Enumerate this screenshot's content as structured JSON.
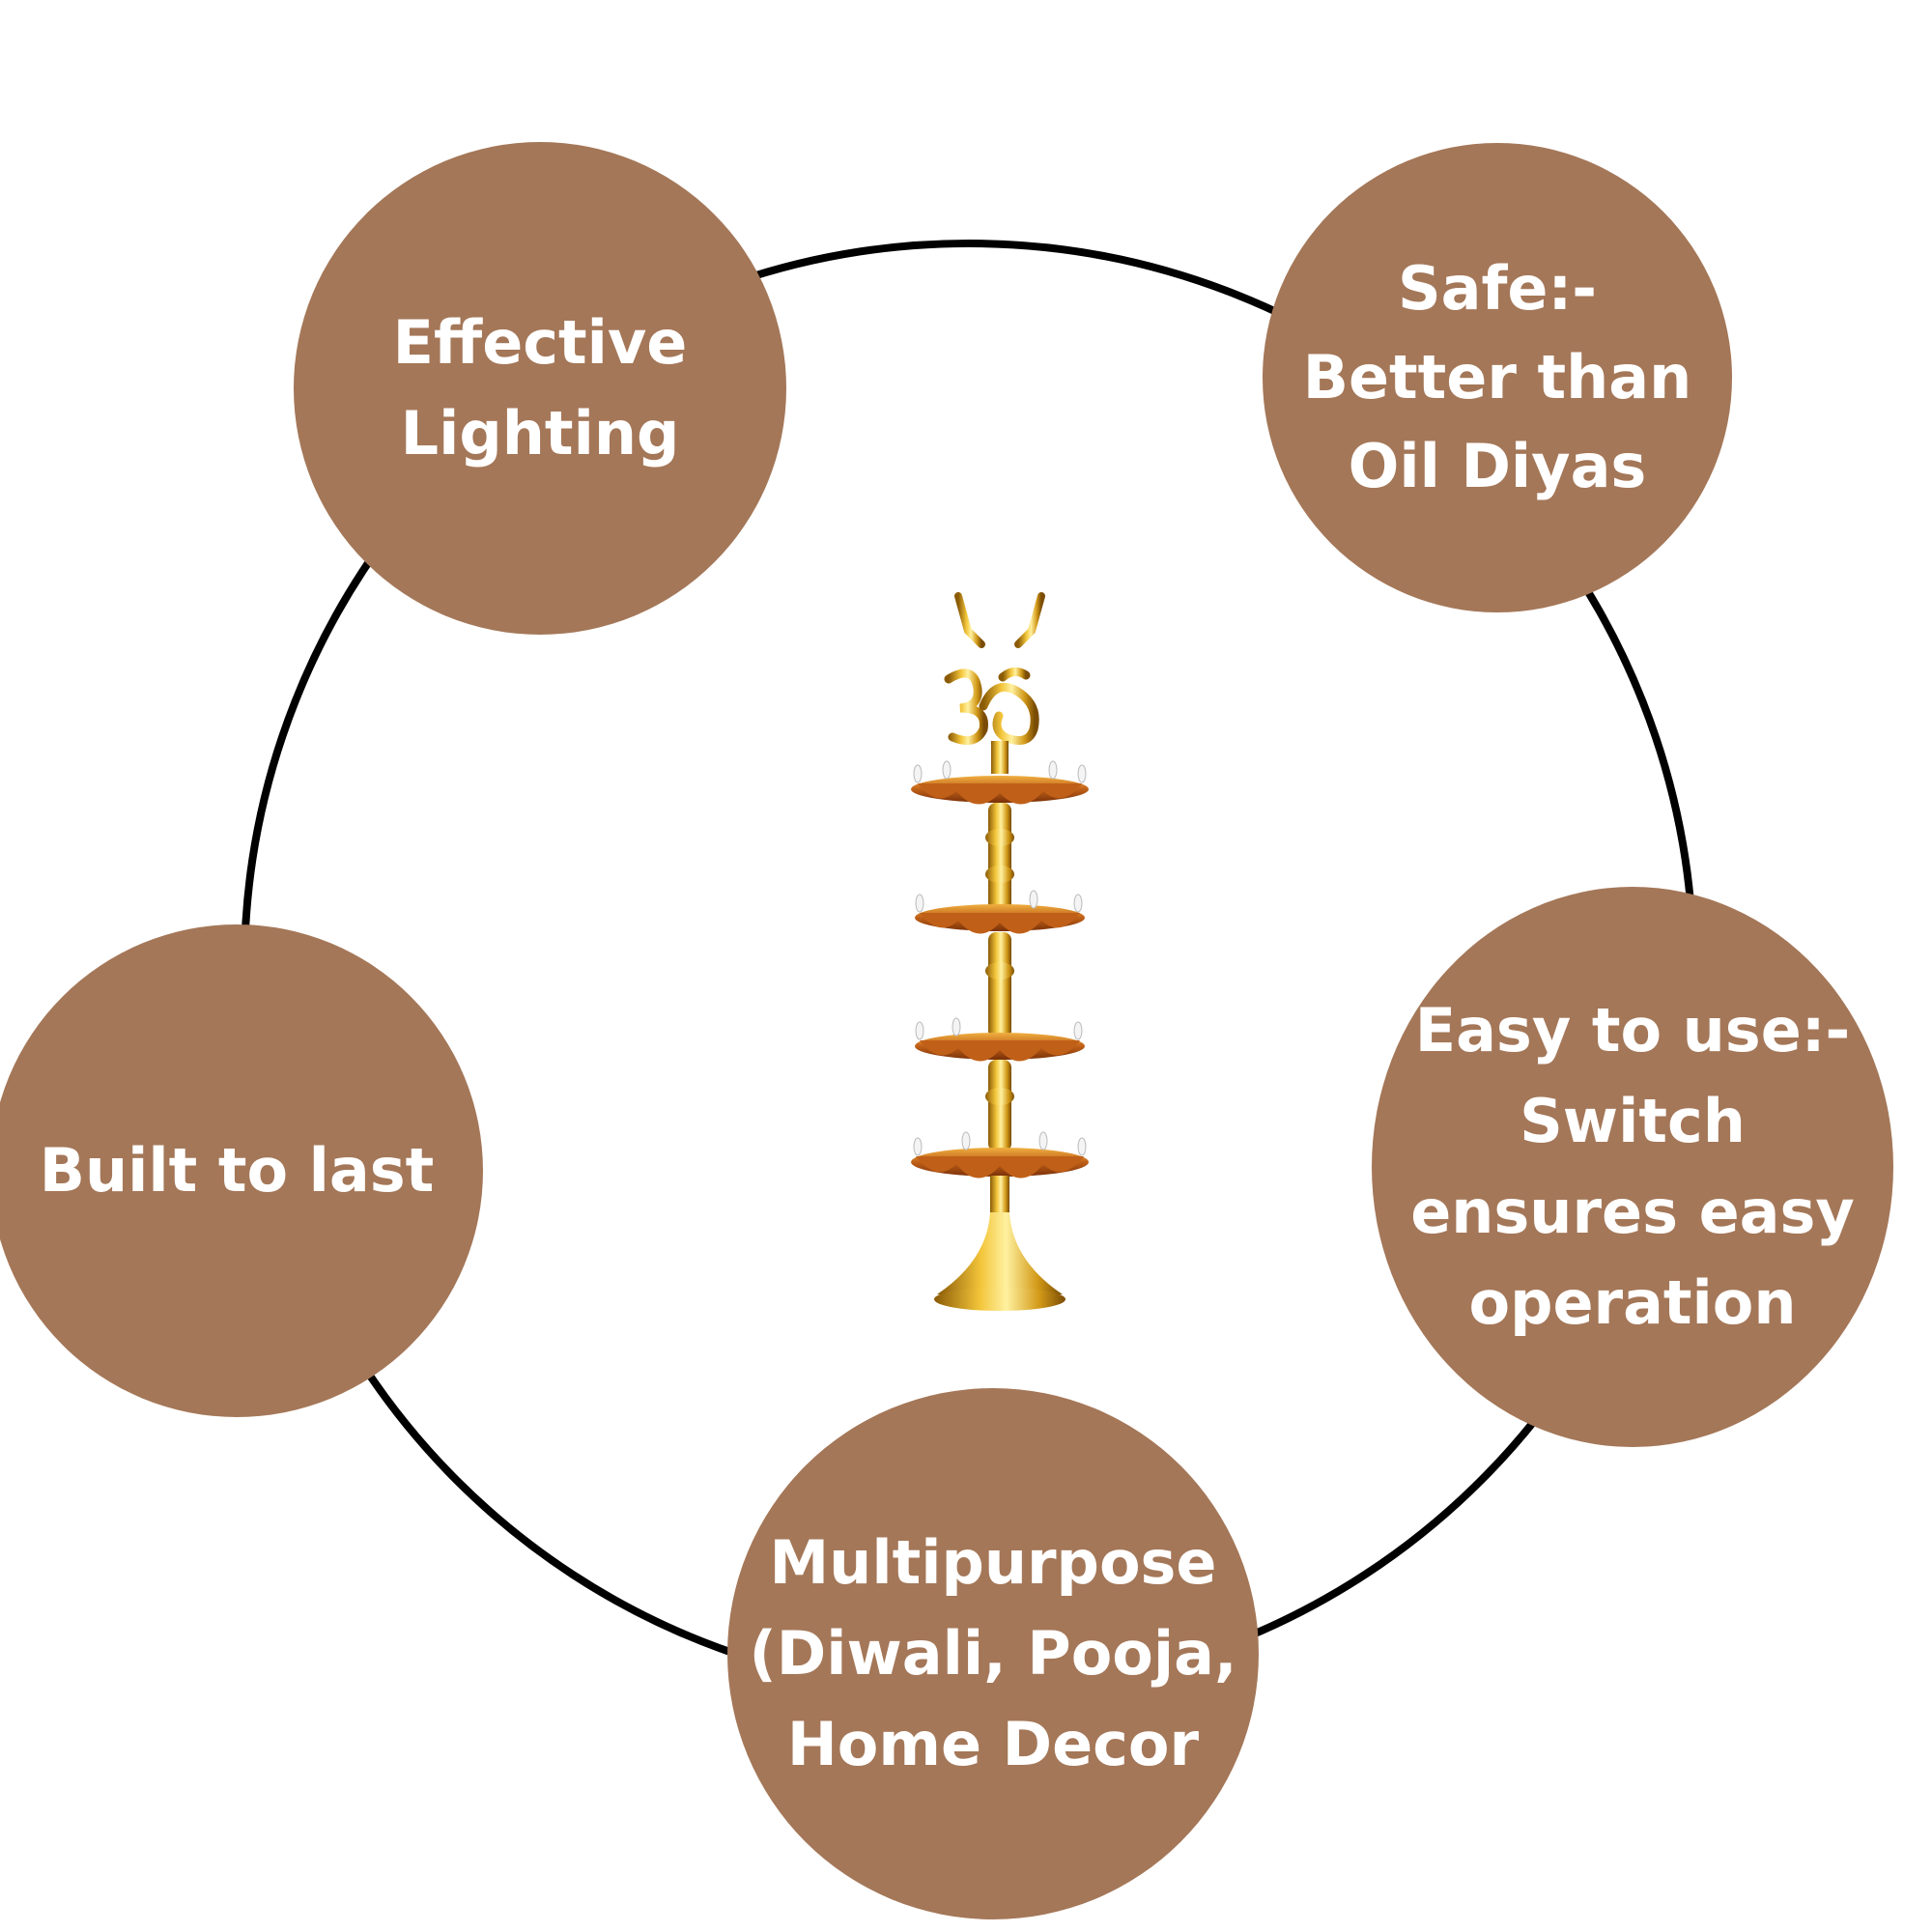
{
  "features": {
    "lighting": {
      "lines": [
        "Effective",
        "Lighting"
      ]
    },
    "safe": {
      "lines": [
        "Safe:-",
        "Better than",
        "Oil Diyas"
      ]
    },
    "easy": {
      "lines": [
        "Easy to use:-",
        "Switch",
        "ensures easy",
        "operation"
      ]
    },
    "built": {
      "lines": [
        "Built to last"
      ]
    },
    "multipurpose": {
      "lines": [
        "Multipurpose",
        "(Diwali, Pooja,",
        "Home Decor"
      ]
    }
  },
  "colors": {
    "bubble": "#a47758",
    "bubble_text": "#ffffff",
    "ring": "#000000",
    "brass": "#d9a21a",
    "copper": "#b8561a"
  },
  "product_image": {
    "icon": "electric-diya-lamp-icon"
  }
}
